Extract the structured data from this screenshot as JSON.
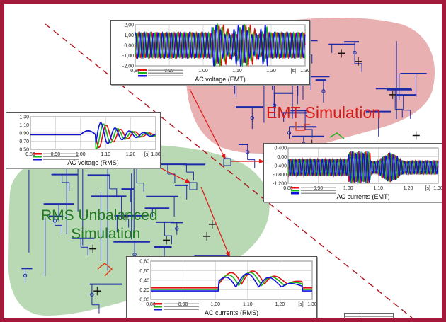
{
  "labels": {
    "emt_region": "EMT Simulation",
    "rms_region_line1": "RMS Unbalanced",
    "rms_region_line2": "Simulation"
  },
  "plots": [
    {
      "id": "ac-voltage-emt",
      "title": "AC voltage (EMT)",
      "y_ticks": [
        "2,00",
        "1,00",
        "0,00",
        "-1,00",
        "-2,00"
      ],
      "x_ticks": [
        "0,80",
        "0,90",
        "1,00",
        "1,10",
        "1,20",
        "[s]",
        "1,30"
      ],
      "legend": [
        "red",
        "green",
        "blue"
      ]
    },
    {
      "id": "ac-voltage-rms",
      "title": "AC voltage (RMS)",
      "y_ticks": [
        "1,30",
        "1,10",
        "0,90",
        "0,70",
        "0,50"
      ],
      "x_ticks": [
        "0,80",
        "0,90",
        "1,00",
        "1,10",
        "1,20",
        "[s]",
        "1,30"
      ],
      "legend": [
        "red",
        "green",
        "blue"
      ]
    },
    {
      "id": "ac-currents-emt",
      "title": "AC currents (EMT)",
      "y_ticks": [
        "0,400",
        "0,00",
        "-0,400",
        "-0,800",
        "-1,200"
      ],
      "x_ticks": [
        "0,80",
        "0,90",
        "1,00",
        "1,10",
        "1,20",
        "[s]",
        "1,30"
      ],
      "legend": [
        "red",
        "green",
        "blue"
      ]
    },
    {
      "id": "ac-currents-rms",
      "title": "AC currents (RMS)",
      "y_ticks": [
        "0,80",
        "0,60",
        "0,40",
        "0,20",
        "0,00"
      ],
      "x_ticks": [
        "0,80",
        "0,90",
        "1,00",
        "1,10",
        "1,20",
        "[s]",
        "1,30"
      ],
      "legend": [
        "red",
        "green",
        "blue"
      ]
    }
  ],
  "colors": {
    "frame": "#a3193c",
    "emt_region": "#e8b0b0",
    "rms_region": "#b9d9b4",
    "network": "#1c2aa8",
    "phase_a": "#e01010",
    "phase_b": "#19b419",
    "phase_c": "#1010e0",
    "emt_text": "#d61a1a",
    "rms_text": "#237a23"
  }
}
